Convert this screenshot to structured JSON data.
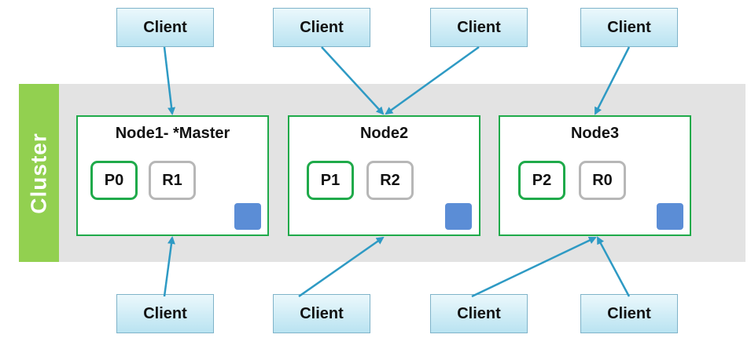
{
  "cluster": {
    "label": "Cluster"
  },
  "nodes": [
    {
      "title": "Node1- *Master",
      "primary": "P0",
      "replica": "R1"
    },
    {
      "title": "Node2",
      "primary": "P1",
      "replica": "R2"
    },
    {
      "title": "Node3",
      "primary": "P2",
      "replica": "R0"
    }
  ],
  "clients": {
    "top": [
      "Client",
      "Client",
      "Client",
      "Client"
    ],
    "bottom": [
      "Client",
      "Client",
      "Client",
      "Client"
    ]
  },
  "colors": {
    "node_border": "#1faa4a",
    "cluster_label_bg": "#92d050",
    "cluster_bg": "#e3e3e3",
    "replica_border": "#b7b7b7",
    "arrow": "#2e9ac4",
    "marker": "#5b8dd6"
  }
}
